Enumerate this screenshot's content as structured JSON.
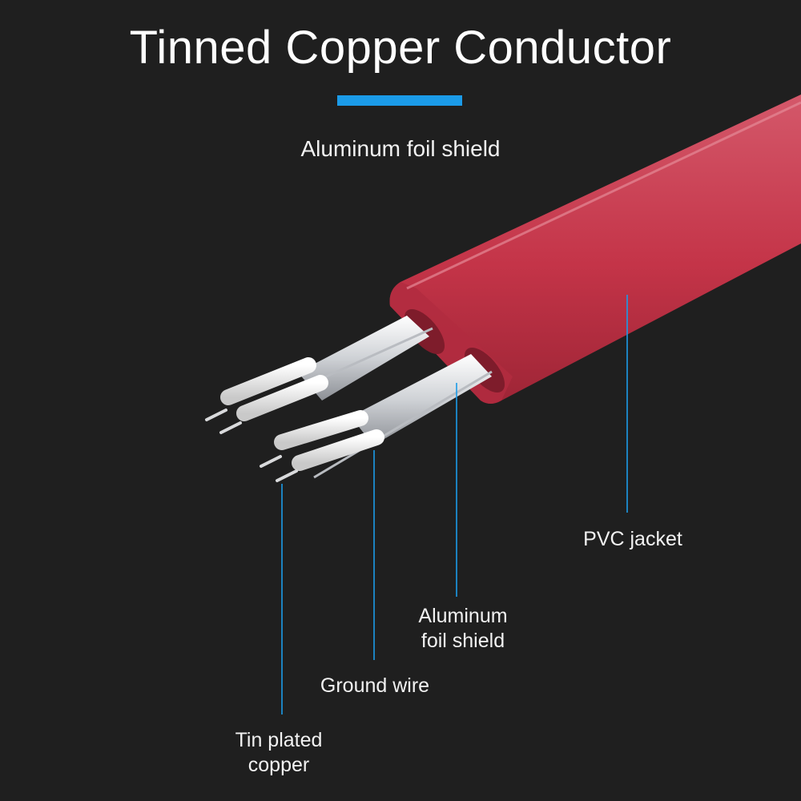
{
  "title": "Tinned Copper Conductor",
  "subtitle": "Aluminum foil shield",
  "accent_color": "#1b9be8",
  "jacket_color": "#c8334a",
  "labels": {
    "pvc_jacket": "PVC jacket",
    "aluminum_foil_shield_line1": "Aluminum",
    "aluminum_foil_shield_line2": "foil shield",
    "ground_wire": "Ground wire",
    "tin_plated_copper_line1": "Tin plated",
    "tin_plated_copper_line2": "copper"
  }
}
